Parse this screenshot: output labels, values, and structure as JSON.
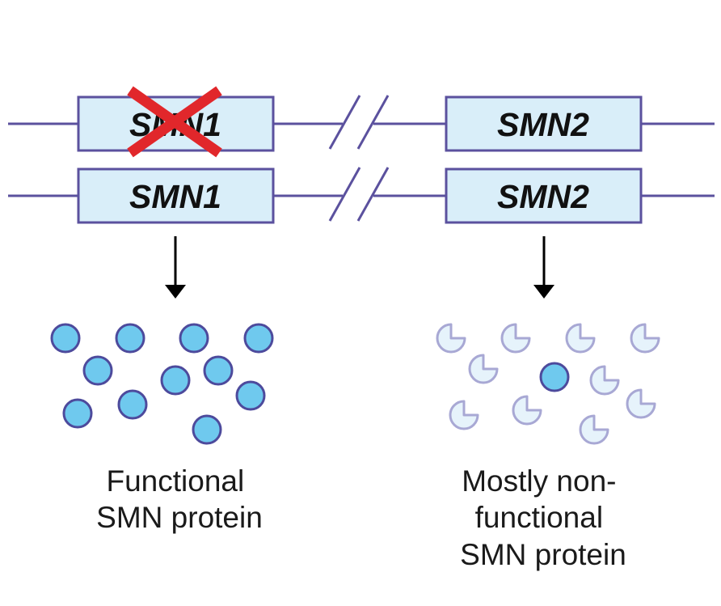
{
  "colors": {
    "line": "#5b519e",
    "gene_fill": "#d9eef9",
    "gene_stroke": "#5b519e",
    "gene_text": "#111111",
    "cross": "#e1272b",
    "arrow": "#000000",
    "protein_fill": "#6fc9ee",
    "protein_stroke": "#4d4a9c",
    "faded_fill": "#e6f3fb",
    "faded_stroke": "#a8a8d4",
    "caption_text": "#1a1a1a"
  },
  "icons": {
    "deletion_mark": "x-mark-icon",
    "functional_protein": "circle-icon",
    "nonfunctional_protein": "pie-notch-icon",
    "chromosome_break": "double-slash-icon"
  },
  "genes": {
    "smn1_top": "SMN1",
    "smn1_bottom": "SMN1",
    "smn2_top": "SMN2",
    "smn2_bottom": "SMN2"
  },
  "captions": {
    "left": [
      "Functional",
      "SMN protein"
    ],
    "right": [
      "Mostly non-",
      "functional",
      "SMN protein"
    ]
  }
}
